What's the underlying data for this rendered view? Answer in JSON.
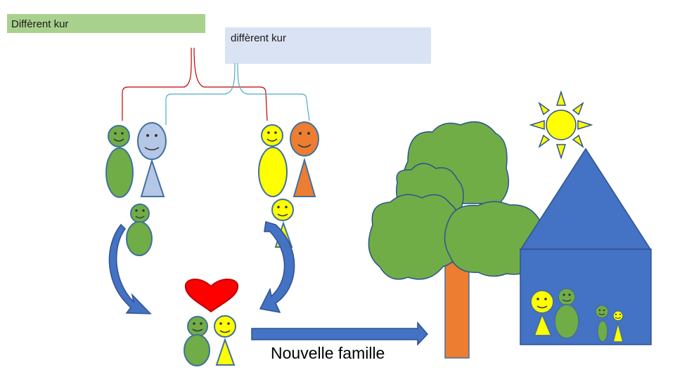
{
  "labels": {
    "top_left": "Diffèrent kur",
    "top_middle": "diffèrent kur"
  },
  "caption": "Nouvelle famille",
  "colors": {
    "green": "#70ad47",
    "light_blue": "#b4c7e7",
    "yellow": "#ffff00",
    "orange": "#ed7d31",
    "blue_house": "#4472c4",
    "heart_red": "#ff0000",
    "red_line": "#c00000",
    "teal_line": "#4bacc6"
  },
  "icons": [
    "sun-icon",
    "tree-icon",
    "house-icon",
    "heart-icon",
    "arrow-icon"
  ]
}
